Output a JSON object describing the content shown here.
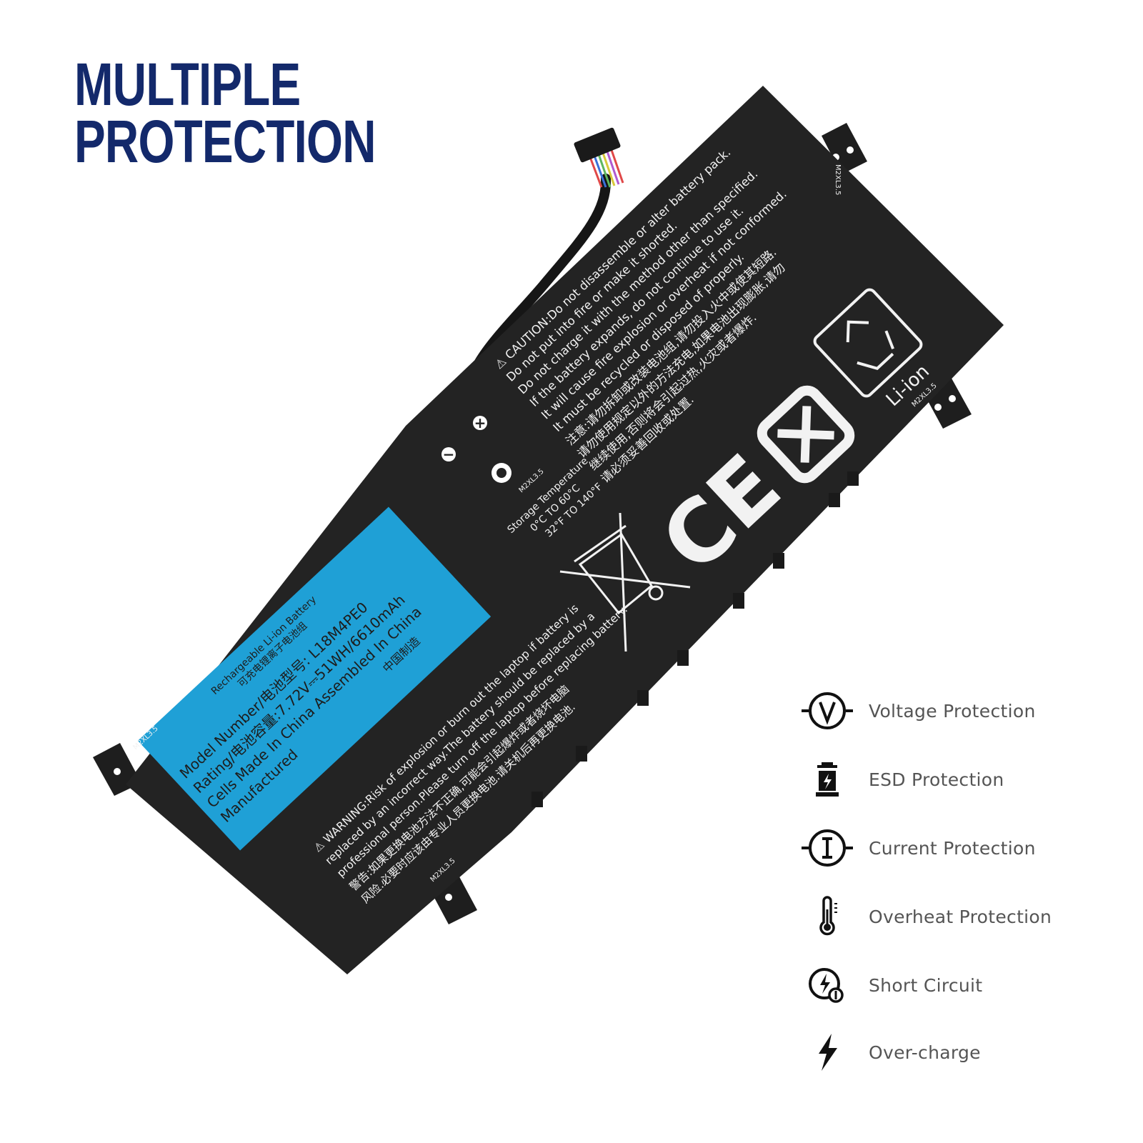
{
  "headline": {
    "line1": "MULTIPLE",
    "line2": "PROTECTION"
  },
  "colors": {
    "headline": "#13296b",
    "battery": "#232323",
    "label_panel": "#1fa0d6",
    "feature_text": "#555555"
  },
  "battery": {
    "label_panel": {
      "line1": "Rechargeable Li-ion Battery",
      "line2": "可充电锂离子电池组",
      "model": "Model Number/电池型号: L18M4PE0",
      "rating": "Rating/电池容量:7.72V⎓51WH/6610mAh",
      "cells": "Cells Made In China  Assembled In China",
      "manufactured": "Manufactured",
      "made_in": "中国制造"
    },
    "caution": [
      "⚠ CAUTION:Do not disassemble or alter battery pack.",
      "Do not put into fire or make it shorted.",
      "Do not charge it with the method other than specified.",
      "If the battery expands, do not continue to use it.",
      "It will cause fire explosion or overheat if not conformed.",
      "It must be recycled or disposed of properly.",
      "注意:请勿拆卸或改装电池组,请勿投入火中或使其短路.",
      "请勿使用规定以外的方法充电,如果电池出现膨胀,请勿",
      "继续使用,否则将会引起过热,火灾或者爆炸.",
      "请必须妥善回收或处置."
    ],
    "warning": [
      "⚠ WARNING:Risk of explosion or burn out the laptop if battery is",
      "replaced by an incorrect way.The battery should be replaced by a",
      "professional person.Please turn off the laptop before replacing battery.",
      "警告:如果更换电池方法不正确,可能会引起爆炸或者烧坏电脑",
      "风险.必要时应该由专业人员更换电池.请关机后再更换电池."
    ],
    "storage": [
      "Storage Temperature",
      "0°C TO 60°C",
      "32°F TO 140°F"
    ],
    "screw": "M2XL3.5",
    "liion": "Li-ion",
    "ce": "CE",
    "terminals": {
      "plus": "+",
      "minus": "−"
    }
  },
  "features": [
    {
      "icon": "voltage-v-icon",
      "label": "Voltage Protection"
    },
    {
      "icon": "esd-tower-icon",
      "label": "ESD Protection"
    },
    {
      "icon": "current-i-icon",
      "label": "Current Protection"
    },
    {
      "icon": "thermometer-icon",
      "label": "Overheat Protection"
    },
    {
      "icon": "short-circuit-icon",
      "label": "Short Circuit"
    },
    {
      "icon": "lightning-icon",
      "label": "Over-charge"
    }
  ]
}
